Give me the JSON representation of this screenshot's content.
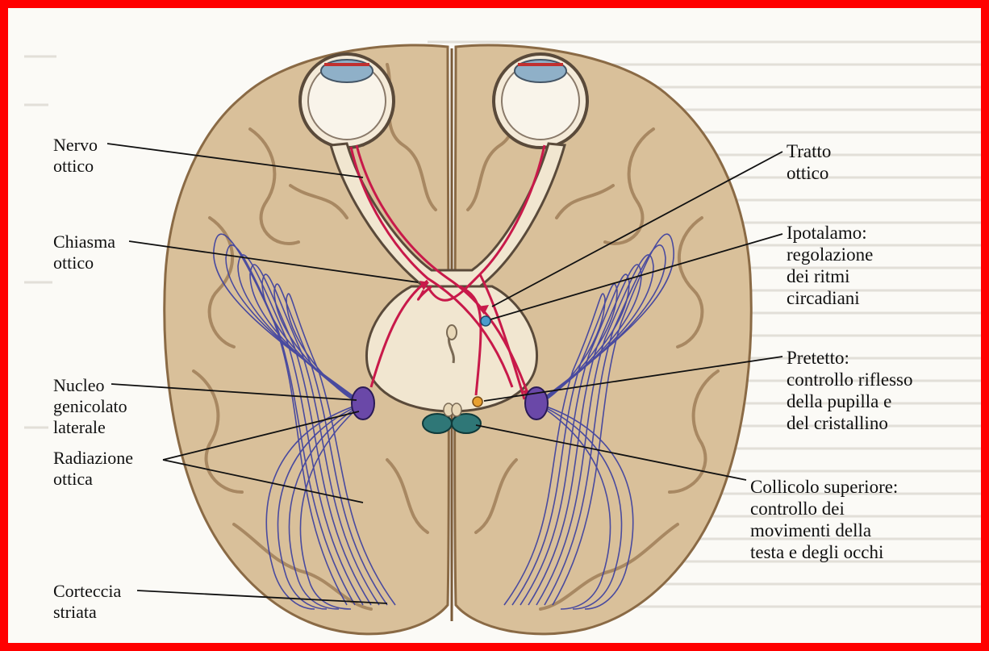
{
  "figure": {
    "labels": {
      "nervo_ottico": [
        "Nervo",
        "ottico"
      ],
      "chiasma_ottico": [
        "Chiasma",
        "ottico"
      ],
      "nucleo_genicolato": [
        "Nucleo",
        "genicolato",
        "laterale"
      ],
      "radiazione_ottica": [
        "Radiazione",
        "ottica"
      ],
      "corteccia_striata": [
        "Corteccia",
        "striata"
      ],
      "tratto_ottico": [
        "Tratto",
        "ottico"
      ],
      "ipotalamo": [
        "Ipotalamo:",
        "regolazione",
        "dei ritmi",
        "circadiani"
      ],
      "pretetto": [
        "Pretetto:",
        "controllo riflesso",
        "della pupilla e",
        "del cristallino"
      ],
      "collicolo": [
        "Collicolo superiore:",
        "controllo dei",
        "movimenti della",
        "testa e degli occhi"
      ]
    },
    "colors": {
      "frame": "#ff0000",
      "brain": "#d9c09a",
      "brain_shadow": "#a88862",
      "pathway": "#c8194a",
      "radiation": "#3a3ea0",
      "lgn": "#6a48a8",
      "colliculus": "#2f7777",
      "hypothalamus_dot": "#4a9ccc",
      "pretectum_dot": "#e8a030"
    }
  }
}
